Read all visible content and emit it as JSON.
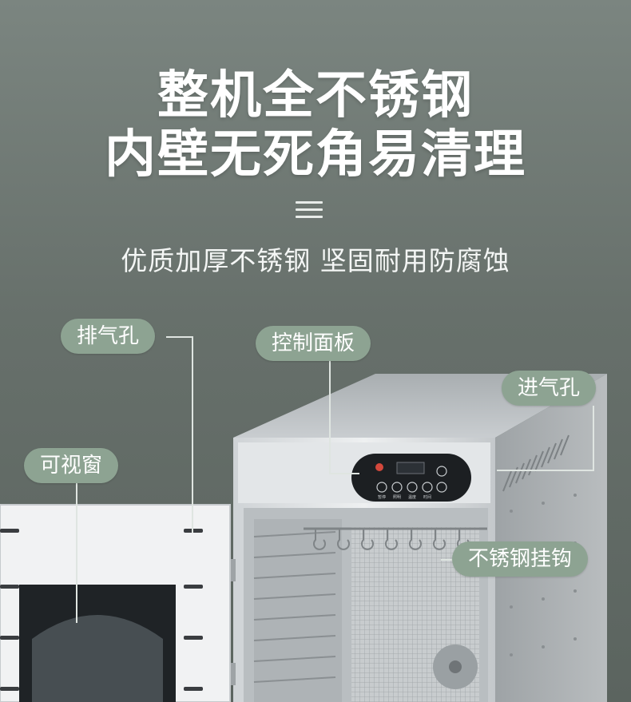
{
  "headline": {
    "line1": "整机全不锈钢",
    "line2": "内壁无死角易清理"
  },
  "subtitle": "优质加厚不锈钢 坚固耐用防腐蚀",
  "callouts": {
    "exhaust": "排气孔",
    "control_panel": "控制面板",
    "intake": "进气孔",
    "window": "可视窗",
    "hooks": "不锈钢挂钩"
  },
  "control_panel": {
    "buttons": [
      "暂停",
      "照明",
      "温度",
      "时间"
    ]
  },
  "colors": {
    "background": "#67706b",
    "callout_pill": "#8da392",
    "headline_text": "#ffffff"
  }
}
